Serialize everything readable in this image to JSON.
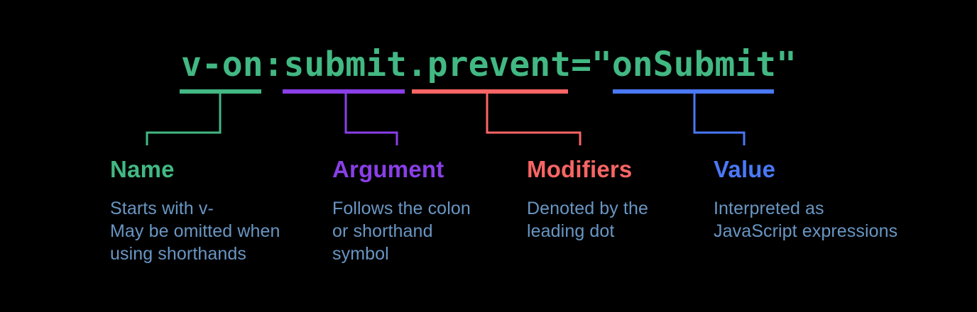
{
  "colors": {
    "background": "#000000",
    "green": "#42b883",
    "purple": "#8a3fe8",
    "red": "#fb6565",
    "blue": "#4a79f7",
    "description_text": "#6996c3"
  },
  "code": {
    "text": "v-on:submit.prevent=\"onSubmit\""
  },
  "annotations": [
    {
      "id": "name",
      "label": "Name",
      "description": "Starts with v-\nMay be omitted when\nusing shorthands",
      "color": "#42b883"
    },
    {
      "id": "argument",
      "label": "Argument",
      "description": "Follows the colon\nor shorthand\nsymbol",
      "color": "#8a3fe8"
    },
    {
      "id": "modifiers",
      "label": "Modifiers",
      "description": "Denoted by the\nleading dot",
      "color": "#fb6565"
    },
    {
      "id": "value",
      "label": "Value",
      "description": "Interpreted as\nJavaScript expressions",
      "color": "#4a79f7"
    }
  ]
}
